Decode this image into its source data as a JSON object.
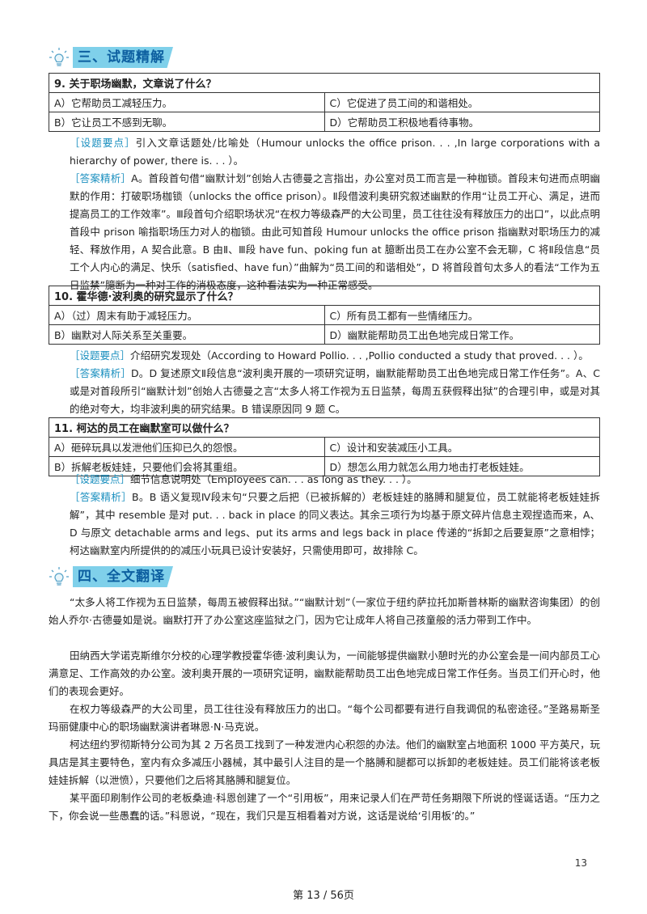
{
  "section3": {
    "title": "三、试题精解"
  },
  "q9": {
    "question": "9. 关于职场幽默，文章说了什么？",
    "options": [
      "A）它帮助员工减轻压力。",
      "C）它促进了员工间的和谐相处。",
      "B）它让员工不感到无聊。",
      "D）它帮助员工积极地看待事物。"
    ],
    "tag1": "［设题要点］",
    "point": "引入文章话题处/比喻处（Humour unlocks the office prison. . . ,In large corporations with a hierarchy of power, there is. . . ）。",
    "tag2": "［答案精析］",
    "analysis": "A。首段首句借“幽默计划”创始人古德曼之言指出，办公室对员工而言是一种枷锁。首段末句进而点明幽默的作用：打破职场枷锁（unlocks the office prison）。Ⅱ段借波利奥研究叙述幽默的作用“让员工开心、满足，进而提高员工的工作效率”。Ⅲ段首句介绍职场状况“在权力等级森严的大公司里，员工往往没有释放压力的出口”，以此点明首段中 prison 喻指职场压力对人的枷锁。由此可知首段 Humour unlocks the office prison 指幽默对职场压力的减轻、释放作用，A 契合此意。B 由Ⅱ、Ⅲ段 have fun、poking fun at 臆断出员工在办公室不会无聊，C 将Ⅱ段信息“员工个人内心的满足、快乐（satisfied、have fun）”曲解为“员工间的和谐相处”，D 将首段首句太多人的看法“工作为五日监禁”臆断为一种对工作的消极态度，这种看法实为一种正常感受。"
  },
  "q10": {
    "question": "10. 霍华德·波利奥的研究显示了什么？",
    "options": [
      "A）（过）周末有助于减轻压力。",
      "C）所有员工都有一些情绪压力。",
      "B）幽默对人际关系至关重要。",
      "D）幽默能帮助员工出色地完成日常工作。"
    ],
    "tag1": "［设题要点］",
    "point": "介绍研究发现处（According to Howard Pollio. . . ,Pollio conducted a study that proved. . . ）。",
    "tag2": "［答案精析］",
    "analysis": "D。D 复述原文Ⅱ段信息“波利奥开展的一项研究证明，幽默能帮助员工出色地完成日常工作任务”。A、C 或是对首段所引“幽默计划”创始人古德曼之言“太多人将工作视为五日监禁，每周五获假释出狱”的合理引申，或是对其的绝对夸大，均非波利奥的研究结果。B 错误原因同 9 题 C。"
  },
  "q11": {
    "question": "11. 柯达的员工在幽默室可以做什么？",
    "options": [
      "A）砸碎玩具以发泄他们压抑已久的怨恨。",
      "C）设计和安装减压小工具。",
      "B）拆解老板娃娃，只要他们会将其重组。",
      "D）想怎么用力就怎么用力地击打老板娃娃。"
    ],
    "tag1": "［设题要点］",
    "point": "细节信息说明处（Employees can. . . as long as they. . . ）。",
    "tag2": "［答案精析］",
    "analysis": "B。B 语义复现Ⅳ段末句“只要之后把（已被拆解的）老板娃娃的胳膊和腿复位，员工就能将老板娃娃拆解”，其中 resemble 是对 put. . . back in place 的同义表达。其余三项行为均基于原文碎片信息主观捏造而来，A、D 与原文 detachable arms and legs、put its arms and legs back in place 传递的“拆卸之后要复原”之意相悖；柯达幽默室内所提供的的减压小玩具已设计安装好，只需使用即可，故排除 C。"
  },
  "section4": {
    "title": "四、全文翻译"
  },
  "translation": [
    "“太多人将工作视为五日监禁，每周五被假释出狱。”“幽默计划”（一家位于纽约萨拉托加斯普林斯的幽默咨询集团）的创始人乔尔·古德曼如是说。幽默打开了办公室这座监狱之门，因为它让成年人将自己孩童般的活力带到工作中。",
    "田纳西大学诺克斯维尔分校的心理学教授霍华德·波利奥认为，一间能够提供幽默小憩时光的办公室会是一间内部员工心满意足、工作高效的办公室。波利奥开展的一项研究证明，幽默能帮助员工出色地完成日常工作任务。当员工们开心时，他们的表现会更好。",
    "在权力等级森严的大公司里，员工往往没有释放压力的出口。“每个公司都要有进行自我调侃的私密途径。”圣路易斯圣玛丽健康中心的职场幽默演讲者琳恩·N·马克说。",
    "柯达纽约罗彻斯特分公司为其 2 万名员工找到了一种发泄内心积怨的办法。他们的幽默室占地面积 1000 平方英尺，玩具店是其主要特色，室内有众多减压小器械，其中最引人注目的是一个胳膊和腿都可以拆卸的老板娃娃。员工们能将该老板娃娃拆解（以泄愤），只要他们之后将其胳膊和腿复位。",
    "某平面印刷制作公司的老板桑迪·科恩创建了一个“引用板”，用来记录人们在严苛任务期限下所说的怪诞话语。“压力之下，你会说一些愚蠢的话。”科恩说，“现在，我们只是互相看着对方说，这话是说给‘引用板’的。”"
  ],
  "page_number": "13",
  "footer": "第 13 / 56页"
}
